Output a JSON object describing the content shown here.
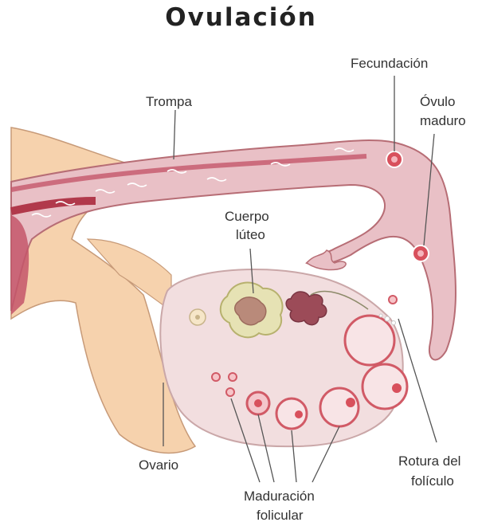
{
  "title": "Ovulación",
  "labels": {
    "trompa": "Trompa",
    "fecundacion": "Fecundación",
    "ovulo_line1": "Óvulo",
    "ovulo_line2": "maduro",
    "cuerpo_line1": "Cuerpo",
    "cuerpo_line2": "lúteo",
    "ovario": "Ovario",
    "rotura_line1": "Rotura del",
    "rotura_line2": "folículo",
    "maduracion_line1": "Maduración",
    "maduracion_line2": "folicular"
  },
  "colors": {
    "tube_fill": "#e9c0c6",
    "tube_inner": "#c4566a",
    "tissue": "#f6d2ad",
    "ovary": "#f2dedf",
    "follicle": "#c9505a",
    "corpus": "#d9d7a6",
    "ruptured": "#9c4b58"
  }
}
